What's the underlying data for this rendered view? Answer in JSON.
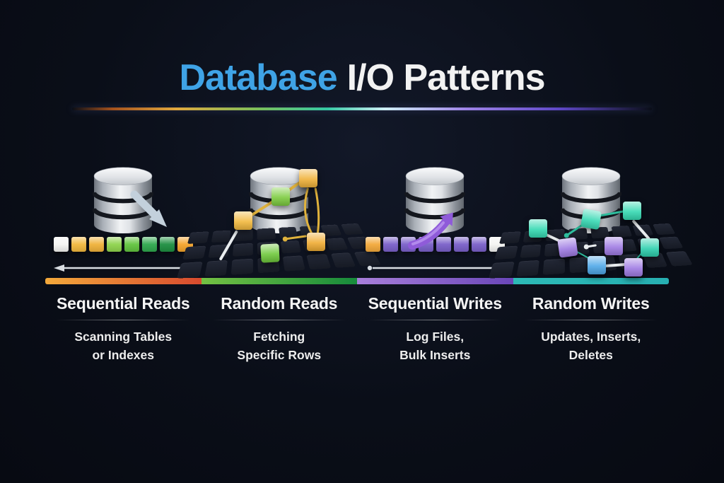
{
  "title": {
    "highlight": "Database",
    "rest": "I/O Patterns",
    "highlight_color": "#3fa3e6",
    "rest_color": "#f2f2f2"
  },
  "colors": {
    "background": "#0a0e18",
    "heading_text": "#f5f5f5",
    "subtitle_text": "#ededed"
  },
  "columns": [
    {
      "title": "Sequential Reads",
      "subtitle_lines": [
        "Scanning Tables",
        "or Indexes"
      ],
      "icon": "database-icon",
      "illustration": "sequential",
      "bar": {
        "from": "#f3a93b",
        "to": "#d84a2e"
      },
      "arrow": {
        "direction": "out",
        "color": "#c3d0dc"
      },
      "blocks": [
        "#f4f4f2",
        "#f3b93e",
        "#f0b23a",
        "#8fd44d",
        "#62c43f",
        "#2fa84e",
        "#1e8f41",
        "#f4a42c"
      ]
    },
    {
      "title": "Random Reads",
      "subtitle_lines": [
        "Fetching",
        "Specific Rows"
      ],
      "icon": "database-icon",
      "illustration": "random",
      "bar": {
        "from": "#74c143",
        "to": "#168b3b"
      },
      "node_colors": [
        "#f3b93e",
        "#7ccb3f",
        "#f0b23a",
        "#f0ac33",
        "#6fc93c"
      ],
      "line_colors": {
        "primary": "#e0b23c",
        "secondary": "#e9edef"
      }
    },
    {
      "title": "Sequential Writes",
      "subtitle_lines": [
        "Log Files,",
        "Bulk Inserts"
      ],
      "icon": "database-icon",
      "illustration": "sequential",
      "bar": {
        "from": "#a87fdb",
        "to": "#6a46b8"
      },
      "arrow": {
        "direction": "in",
        "color": "#8f5bd9"
      },
      "blocks": [
        "#f3a93b",
        "#7a60c9",
        "#7a60c9",
        "#7a60c9",
        "#7a60c9",
        "#7a60c9",
        "#7a60c9",
        "#f4f4f2"
      ]
    },
    {
      "title": "Random Writes",
      "subtitle_lines": [
        "Updates, Inserts,",
        "Deletes"
      ],
      "icon": "database-icon",
      "illustration": "random",
      "bar": {
        "from": "#2dbab6",
        "to": "#27afb2"
      },
      "node_colors": [
        "#35d9b2",
        "#9f7be3",
        "#38d9b4",
        "#35d9b2",
        "#9f7be3",
        "#2ed0ae",
        "#4fa8e8",
        "#9f7be3"
      ],
      "line_colors": {
        "primary": "#2fbf9f",
        "secondary": "#e9edef"
      }
    }
  ]
}
